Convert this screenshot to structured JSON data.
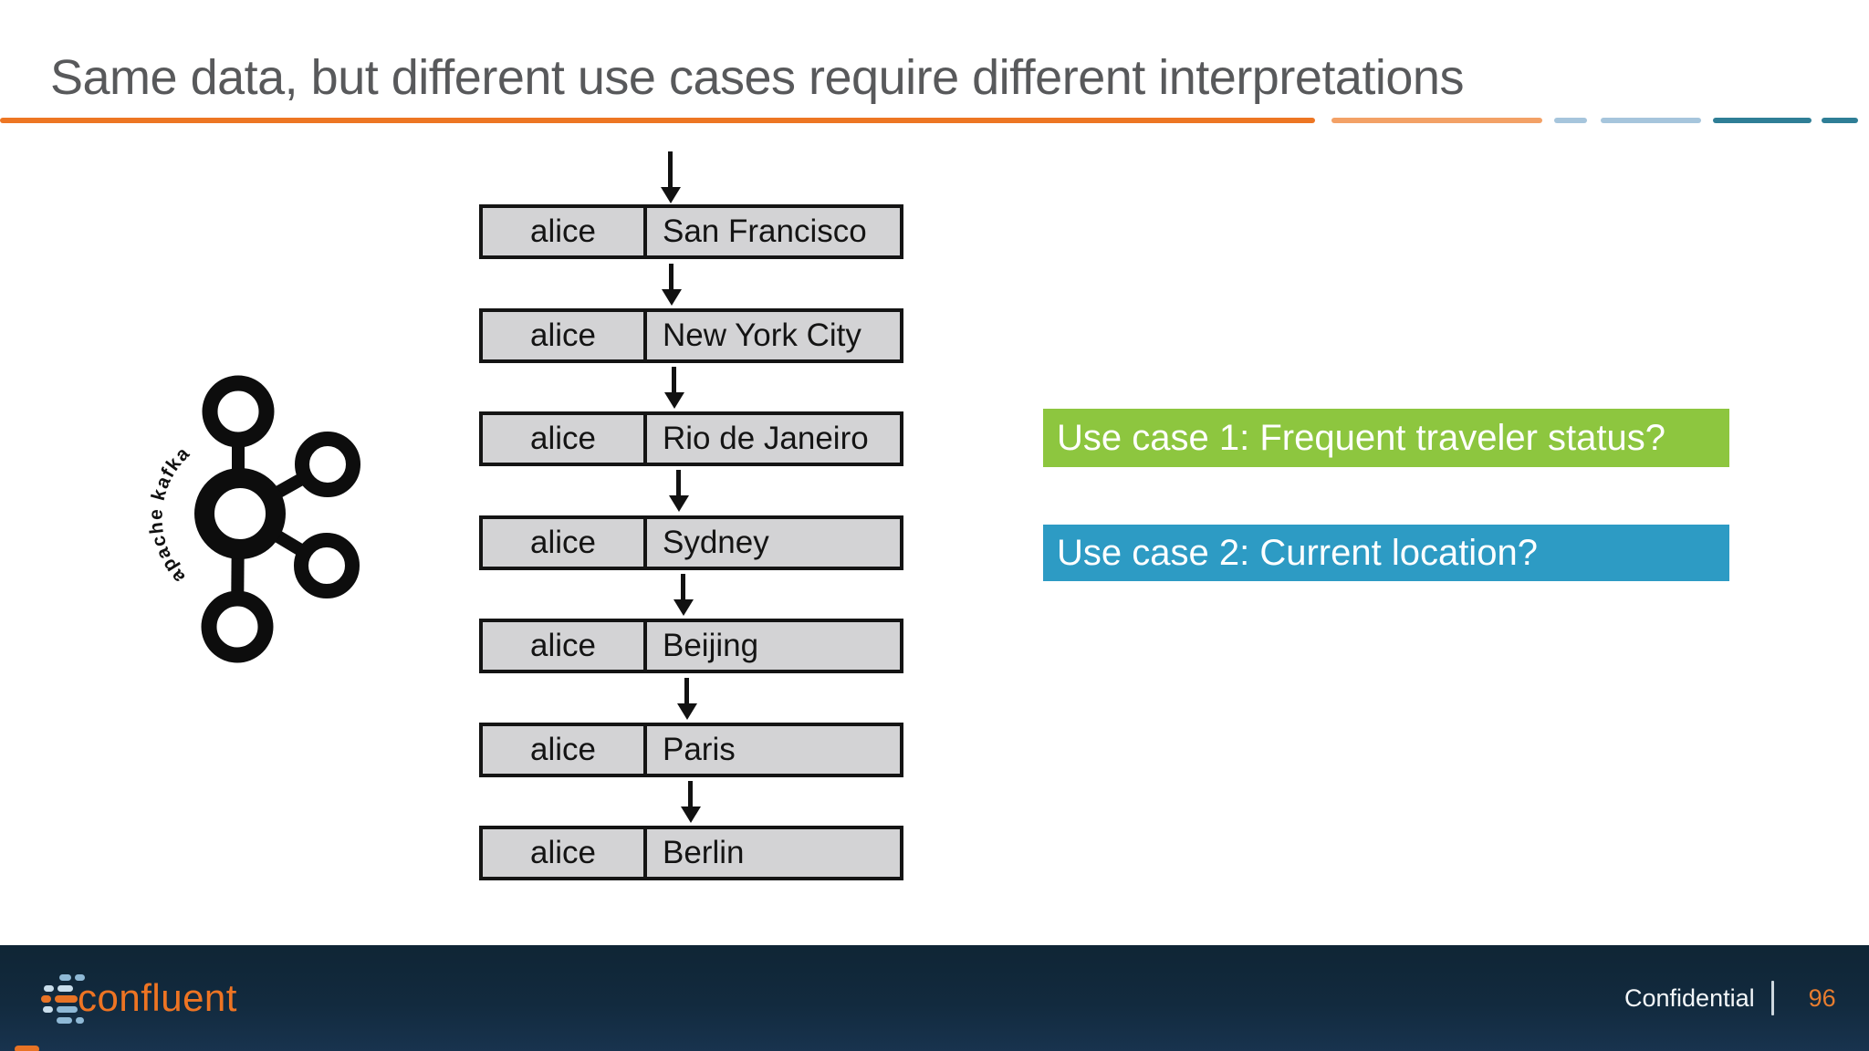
{
  "title": "Same data, but different use cases require different interpretations",
  "kafka_logo": {
    "label": "apache kafka"
  },
  "records": [
    {
      "key": "alice",
      "value": "San Francisco"
    },
    {
      "key": "alice",
      "value": "New York City"
    },
    {
      "key": "alice",
      "value": "Rio de Janeiro"
    },
    {
      "key": "alice",
      "value": "Sydney"
    },
    {
      "key": "alice",
      "value": "Beijing"
    },
    {
      "key": "alice",
      "value": "Paris"
    },
    {
      "key": "alice",
      "value": "Berlin"
    }
  ],
  "use_cases": [
    {
      "label": "Use case 1: Frequent traveler status?",
      "color": "#8DC63F"
    },
    {
      "label": "Use case 2: Current location?",
      "color": "#2D9BC4"
    }
  ],
  "footer": {
    "brand": "confluent",
    "confidential": "Confidential",
    "page": "96"
  },
  "colors": {
    "title_text": "#58595B",
    "accent_orange": "#ED7623",
    "accent_orange_light": "#F3A166",
    "accent_blue_light": "#A6C5DC",
    "accent_teal": "#2F7E96",
    "record_fill": "#D3D3D5",
    "record_border": "#141414",
    "footer_bg": "#122A3E",
    "brand_orange": "#EE7423",
    "page_number_orange": "#E87D2F"
  }
}
